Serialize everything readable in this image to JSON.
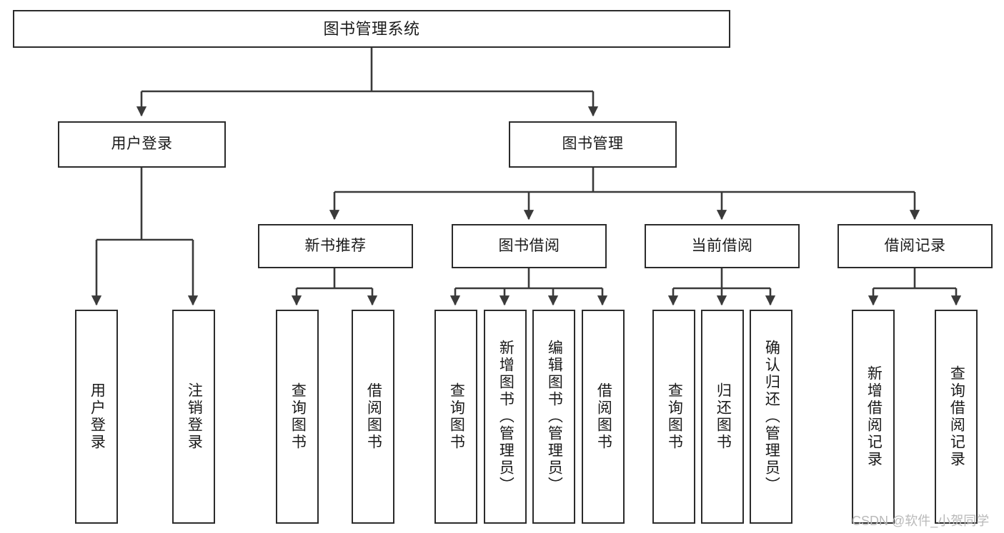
{
  "diagram": {
    "title": "图书管理系统",
    "type": "tree",
    "watermark": "CSDN @软件_小贺同学",
    "colors": {
      "box_border": "#2b2b2b",
      "box_fill": "#ffffff",
      "edge": "#3a3a3a",
      "text": "#1a1a1a",
      "watermark": "#b9b9b9",
      "background": "#ffffff"
    },
    "levels": {
      "root": {
        "label": "图书管理系统"
      },
      "modules": [
        {
          "label": "用户登录"
        },
        {
          "label": "图书管理"
        }
      ],
      "submodules": [
        {
          "label": "新书推荐"
        },
        {
          "label": "图书借阅"
        },
        {
          "label": "当前借阅"
        },
        {
          "label": "借阅记录"
        }
      ],
      "leaves": [
        {
          "label": "用户登录",
          "parent": "用户登录"
        },
        {
          "label": "注销登录",
          "parent": "用户登录"
        },
        {
          "label": "查询图书",
          "parent": "新书推荐"
        },
        {
          "label": "借阅图书",
          "parent": "新书推荐"
        },
        {
          "label": "查询图书",
          "parent": "图书借阅"
        },
        {
          "label": "新增图书（管理员）",
          "parent": "图书借阅"
        },
        {
          "label": "编辑图书（管理员）",
          "parent": "图书借阅"
        },
        {
          "label": "借阅图书",
          "parent": "图书借阅"
        },
        {
          "label": "查询图书",
          "parent": "当前借阅"
        },
        {
          "label": "归还图书",
          "parent": "当前借阅"
        },
        {
          "label": "确认归还（管理员）",
          "parent": "当前借阅"
        },
        {
          "label": "新增借阅记录",
          "parent": "借阅记录"
        },
        {
          "label": "查询借阅记录",
          "parent": "借阅记录"
        }
      ]
    }
  }
}
